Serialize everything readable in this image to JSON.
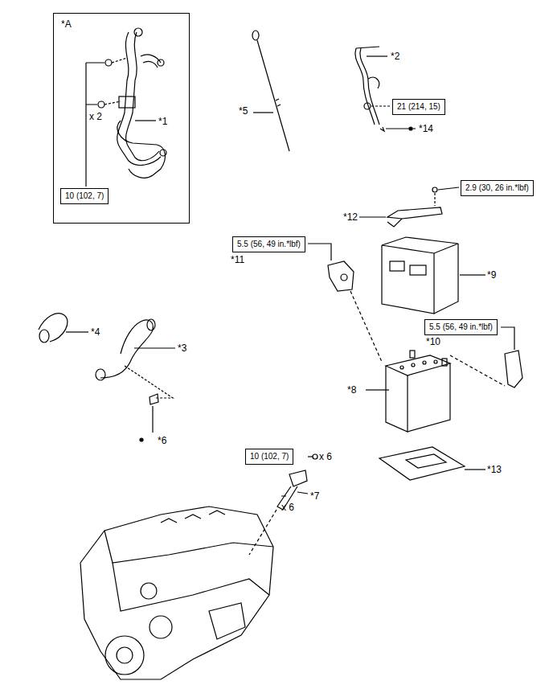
{
  "diagram": {
    "nodes": [
      {
        "text": [
          "*A",
          "x 2",
          "*1"
        ]
      },
      {
        "text": [
          "10 (102, 7)"
        ],
        "in": 0
      },
      {
        "text": [
          "21 (214, 15)"
        ]
      },
      {
        "text": [
          "2.9 (30, 26 in.*lbf)"
        ]
      },
      {
        "text": [
          "5.5 (56, 49 in.*lbf)"
        ]
      },
      {
        "text": [
          "5.5 (56, 49 in.*lbf)"
        ]
      },
      {
        "text": [
          "10 (102, 7)"
        ]
      }
    ],
    "labels": [
      "*5",
      "*2",
      "*14",
      "*12",
      "*11",
      "*9",
      "*10",
      "*8",
      "*13",
      "*4",
      "*3",
      "*6",
      "x 6",
      "*7",
      "x 6"
    ]
  }
}
